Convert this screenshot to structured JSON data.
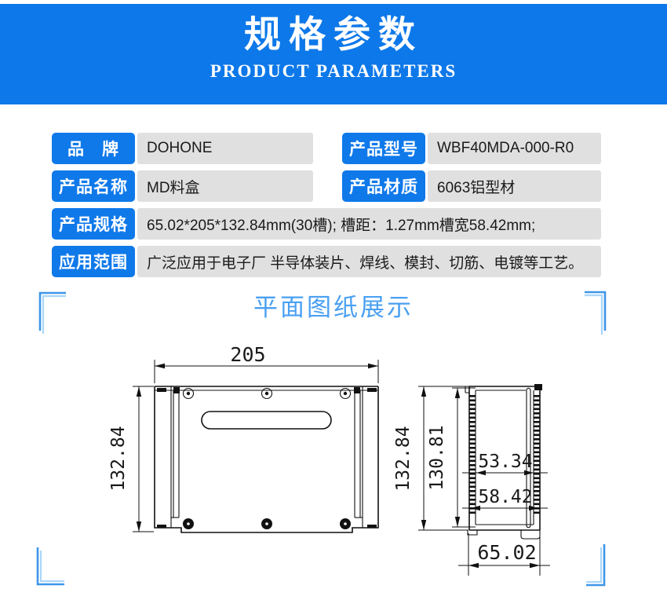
{
  "banner": {
    "title": "规格参数",
    "subtitle": "PRODUCT PARAMETERS"
  },
  "params": {
    "rows": [
      {
        "label": "品　牌",
        "value": "DOHONE"
      },
      {
        "label": "产品型号",
        "value": "WBF40MDA-000-R0"
      },
      {
        "label": "产品名称",
        "value": "MD料盒"
      },
      {
        "label": "产品材质",
        "value": "6063铝型材"
      },
      {
        "label": "产品规格",
        "value": "65.02*205*132.84mm(30槽); 槽距：1.27mm槽宽58.42mm;"
      },
      {
        "label": "应用范围",
        "value": "广泛应用于电子厂 半导体装片、焊线、模封、切筋、电镀等工艺。"
      }
    ]
  },
  "section": {
    "title": "平面图纸展示"
  },
  "drawing": {
    "front_view": {
      "width": "205",
      "height": "132.84"
    },
    "side_view": {
      "outer_height": "132.84",
      "inner_height": "130.81",
      "upper_width": "53.34",
      "lower_width": "58.42",
      "bottom_width": "65.02"
    }
  },
  "colors": {
    "banner_bg": "#0d78e9",
    "label_bg": "#0f79ea",
    "value_bg": "#e0e0e0",
    "section_accent": "#4aa0f2",
    "bracket_dark": "#3d96e8",
    "bracket_light": "#aad6f8",
    "line": "#111111"
  }
}
